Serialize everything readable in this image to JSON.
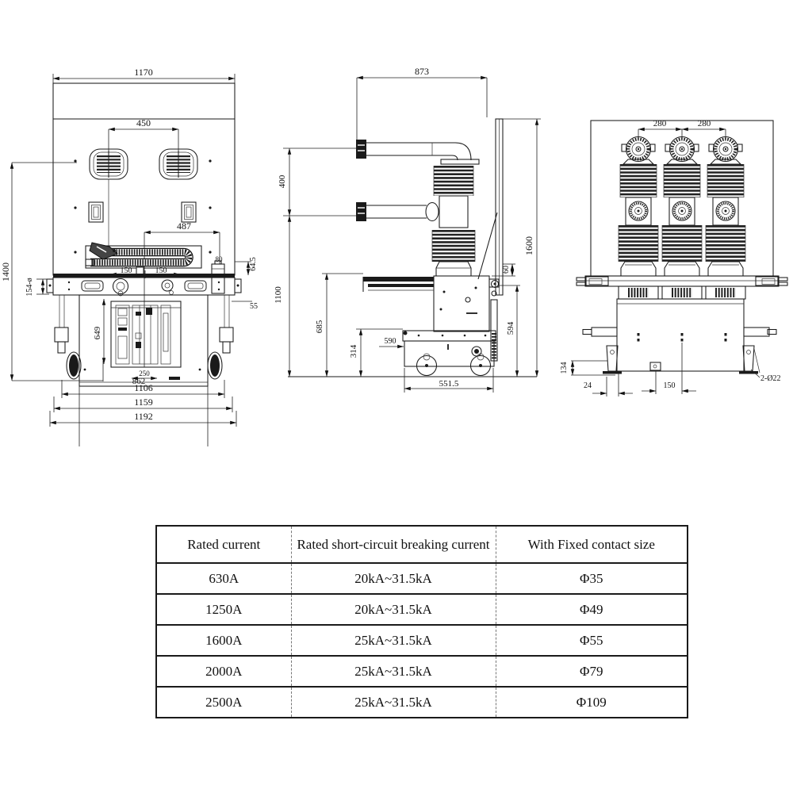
{
  "front": {
    "d1170": "1170",
    "d450": "450",
    "d487": "487",
    "d150a": "150",
    "d150b": "150",
    "d80": "80",
    "d64_5": "64.5",
    "d1400": "1400",
    "d154": "154-ø",
    "d649": "649",
    "d55": "55",
    "d250": "250",
    "d862": "862",
    "d1106": "1106",
    "d1159": "1159",
    "d1192": "1192"
  },
  "side": {
    "d873": "873",
    "d400": "400",
    "d1100": "1100",
    "d685": "685",
    "d314": "314",
    "d590": "590",
    "d551_5": "551.5",
    "d594": "594",
    "d60": "60",
    "d1600": "1600"
  },
  "rear": {
    "d280a": "280",
    "d280b": "280",
    "d134": "134",
    "d24": "24",
    "d150": "150",
    "dholes": "2-Ø22"
  },
  "table": {
    "headers": [
      "Rated current",
      "Rated short-circuit breaking current",
      "With Fixed contact size"
    ],
    "rows": [
      [
        "630A",
        "20kA~31.5kA",
        "Φ35"
      ],
      [
        "1250A",
        "20kA~31.5kA",
        "Φ49"
      ],
      [
        "1600A",
        "25kA~31.5kA",
        "Φ55"
      ],
      [
        "2000A",
        "25kA~31.5kA",
        "Φ79"
      ],
      [
        "2500A",
        "25kA~31.5kA",
        "Φ109"
      ]
    ]
  }
}
